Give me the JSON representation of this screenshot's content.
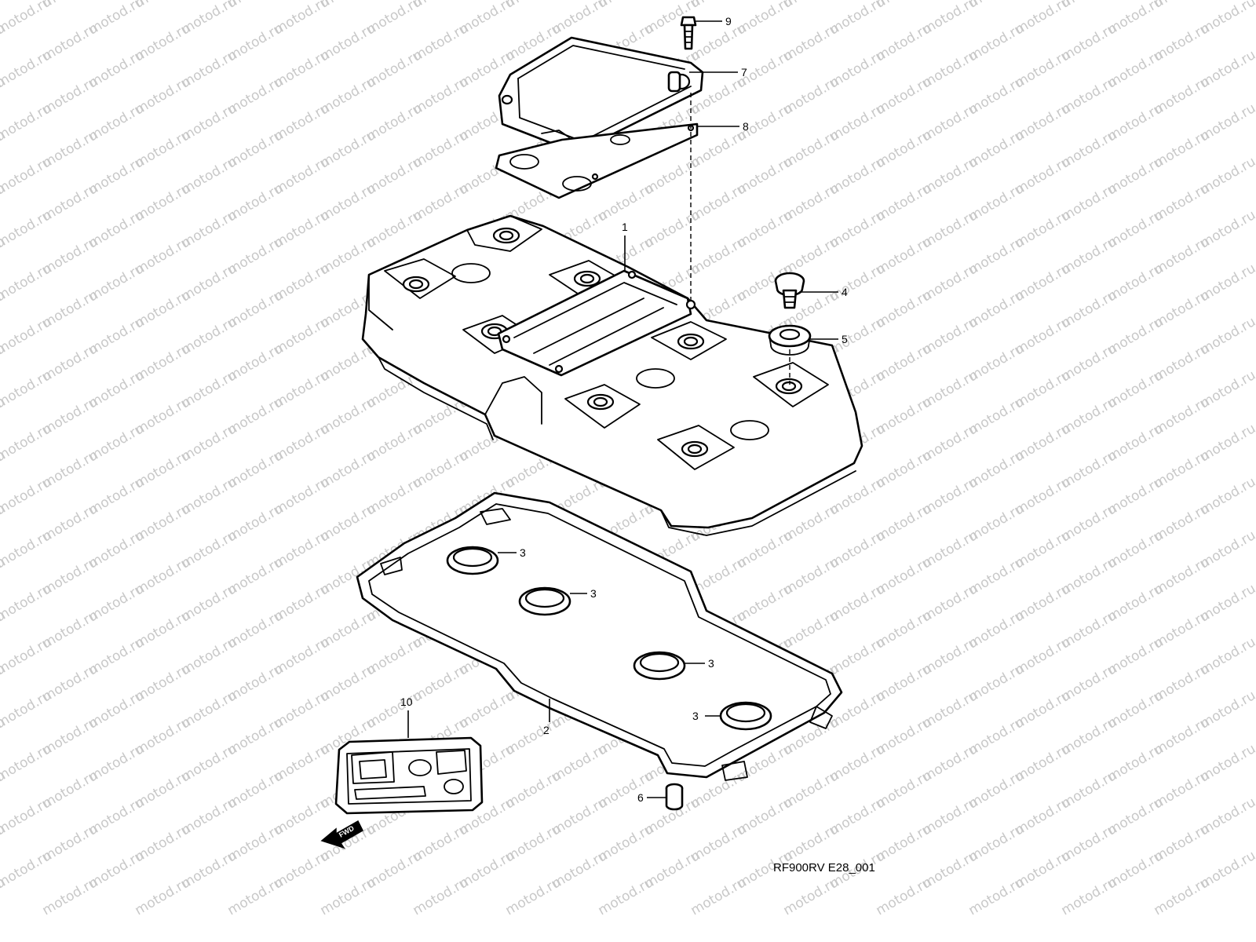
{
  "diagram": {
    "reference_code": "RF900RV E28_001",
    "watermark_text": "motod.ru",
    "fwd_label": "FWD",
    "colors": {
      "line": "#000000",
      "paper": "#ffffff",
      "watermark": "#c8c8c8"
    },
    "callouts": [
      {
        "id": "1",
        "label": "1"
      },
      {
        "id": "2",
        "label": "2"
      },
      {
        "id": "3a",
        "label": "3"
      },
      {
        "id": "3b",
        "label": "3"
      },
      {
        "id": "3c",
        "label": "3"
      },
      {
        "id": "3d",
        "label": "3"
      },
      {
        "id": "4",
        "label": "4"
      },
      {
        "id": "5",
        "label": "5"
      },
      {
        "id": "6",
        "label": "6"
      },
      {
        "id": "7",
        "label": "7"
      },
      {
        "id": "8",
        "label": "8"
      },
      {
        "id": "9",
        "label": "9"
      },
      {
        "id": "10",
        "label": "10"
      }
    ]
  }
}
